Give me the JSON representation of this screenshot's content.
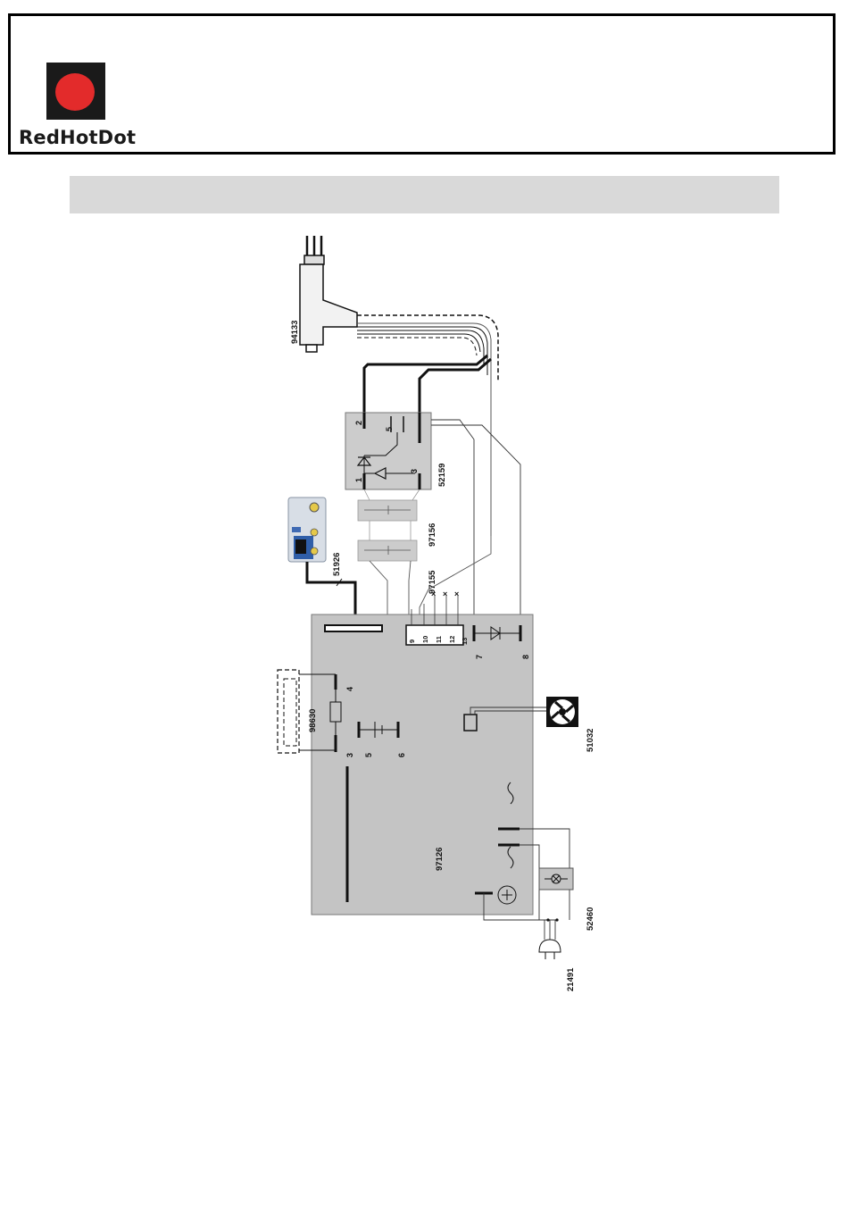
{
  "header": {
    "logo_text": "RedHotDot",
    "colors": {
      "logo_square": "#1a1a1a",
      "logo_dot": "#e32b2b",
      "title_bar": "#d9d9d9"
    }
  },
  "diagram": {
    "parts": {
      "handpiece": "94133",
      "relay_board": "52159",
      "cable_a": "97156",
      "cable_b": "97155",
      "control_panel": "51926",
      "main_board": "97126",
      "heating_element": "98630",
      "fan": "51032",
      "power_switch": "52460",
      "power_plug": "21491"
    },
    "relay_pins": {
      "p1": "1",
      "p2": "2",
      "p3": "3",
      "p5": "5"
    },
    "main_pins": {
      "p3": "3",
      "p4": "4",
      "p5": "5",
      "p6": "6",
      "p7": "7",
      "p8": "8"
    },
    "connector_pins": [
      "9",
      "10",
      "11",
      "12",
      "13"
    ],
    "open_marker": "×"
  }
}
